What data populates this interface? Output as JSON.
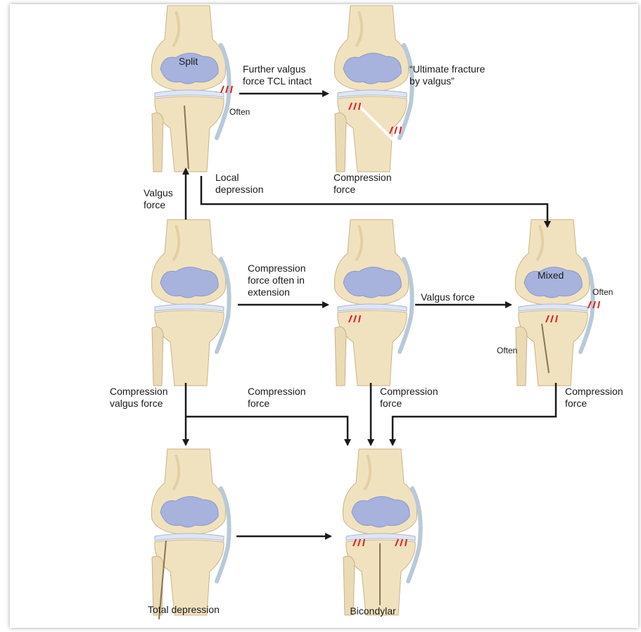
{
  "labels": {
    "split": "Split",
    "often_top_left": "Often",
    "further_valgus": "Further valgus\nforce TCL intact",
    "ultimate_fracture": "“Ultimate fracture\nby valgus”",
    "compression_force_top": "Compression\nforce",
    "local_depression": "Local\ndepression",
    "valgus_force_left": "Valgus\nforce",
    "compression_often_extension": "Compression\nforce often in\nextension",
    "valgus_force_mid": "Valgus force",
    "mixed": "Mixed",
    "often_mixed_right": "Often",
    "often_mixed_fibula": "Often",
    "compression_valgus_force": "Compression\nvalgus force",
    "compression_force_a": "Compression\nforce",
    "compression_force_b": "Compression\nforce",
    "compression_force_c": "Compression\nforce",
    "total_depression": "Total depression",
    "bicondylar": "Bicondylar"
  },
  "colors": {
    "bone": "#f1e2bf",
    "bone_shade": "#d9c293",
    "cartilage": "#a7b2dd",
    "meniscus": "#dfe6f3",
    "ligament": "#b9c9d8",
    "impact_marks": "#e02020",
    "arrows": "#1a1a1a"
  }
}
